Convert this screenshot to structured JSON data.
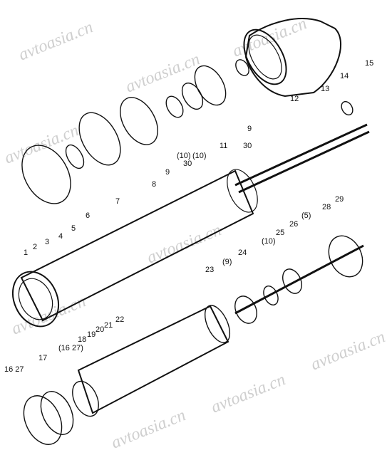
{
  "watermark": "avtoasia.cn",
  "callouts": [
    "1",
    "2",
    "3",
    "4",
    "5",
    "6",
    "7",
    "8",
    "9",
    "(10)",
    "11",
    "12",
    "13",
    "14",
    "15",
    "30",
    "9",
    "(10)",
    "30",
    "16 27",
    "17",
    "(16 27)",
    "18",
    "19",
    "20",
    "21",
    "22",
    "23",
    "(9)",
    "24",
    "(10)",
    "25",
    "26",
    "(5)",
    "28",
    "29"
  ]
}
